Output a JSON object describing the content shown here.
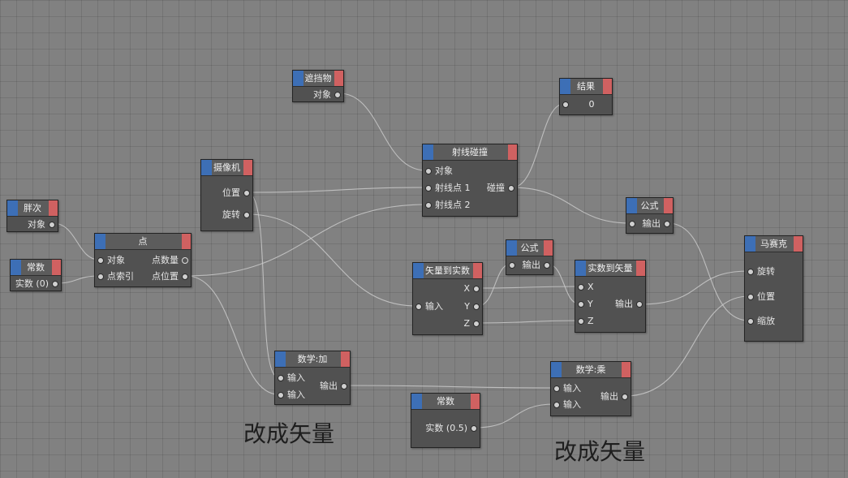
{
  "nodes": {
    "occluder": {
      "title": "遮挡物",
      "out_object": "对象"
    },
    "result": {
      "title": "结果",
      "value": "0"
    },
    "raycollision": {
      "title": "射线碰撞",
      "in_object": "对象",
      "in_raypoint1": "射线点 1",
      "in_raypoint2": "射线点 2",
      "out_collision": "碰撞"
    },
    "camera": {
      "title": "摄像机",
      "out_position": "位置",
      "out_rotation": "旋转"
    },
    "fatten": {
      "title": "胖次",
      "out_object": "对象"
    },
    "constant_int": {
      "title": "常数",
      "out_real": "实数 (0)"
    },
    "point": {
      "title": "点",
      "in_object": "对象",
      "in_pointindex": "点索引",
      "out_pointcount": "点数量",
      "out_pointposition": "点位置"
    },
    "formula_right": {
      "title": "公式",
      "out": "输出"
    },
    "formula_mid": {
      "title": "公式",
      "out": "输出"
    },
    "mosaic": {
      "title": "马赛克",
      "in_rotation": "旋转",
      "in_position": "位置",
      "in_scale": "缩放"
    },
    "vec2real": {
      "title": "矢量到实数",
      "in_input": "输入",
      "out_x": "X",
      "out_y": "Y",
      "out_z": "Z"
    },
    "real2vec": {
      "title": "实数到矢量",
      "in_x": "X",
      "in_y": "Y",
      "in_z": "Z",
      "out": "输出"
    },
    "math_add": {
      "title": "数学:加",
      "in_1": "输入",
      "in_2": "输入",
      "out": "输出"
    },
    "math_mul": {
      "title": "数学:乘",
      "in_1": "输入",
      "in_2": "输入",
      "out": "输出"
    },
    "constant_half": {
      "title": "常数",
      "out_real": "实数 (0.5)"
    }
  },
  "annotations": {
    "note_left": "改成矢量",
    "note_right": "改成矢量"
  },
  "colors": {
    "canvas": "#818181",
    "node_body": "#515151",
    "node_header": "#5c5c5c",
    "input_tab": "#3d6fb6",
    "output_tab": "#d06161",
    "wire": "#c9c9c9"
  }
}
